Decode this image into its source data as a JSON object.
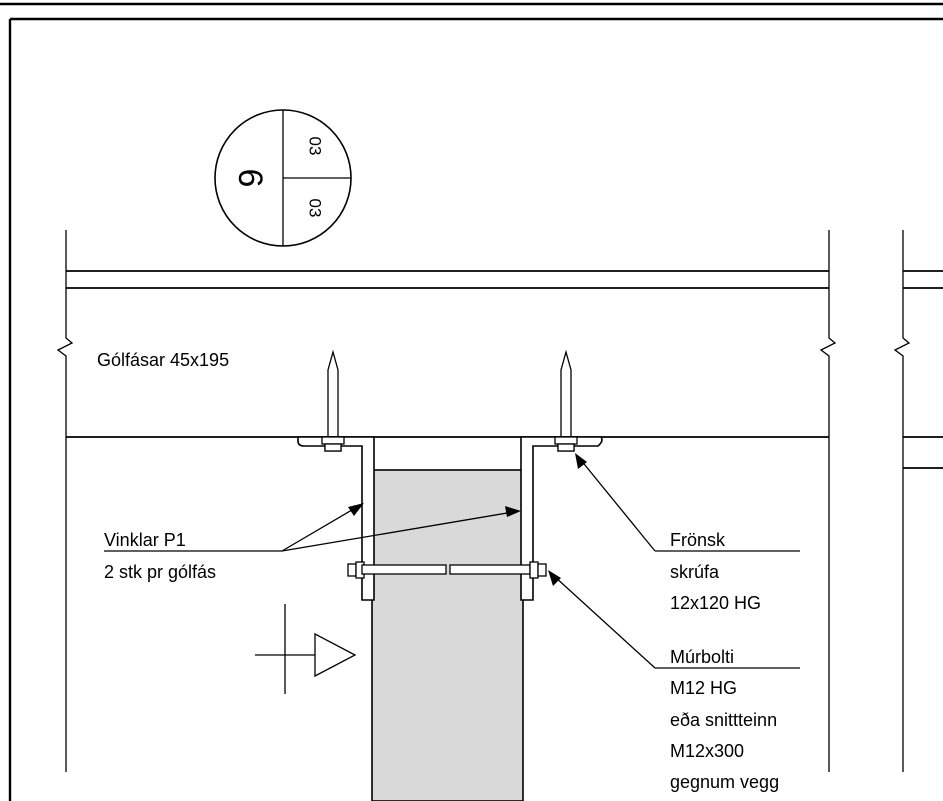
{
  "section_marker": {
    "number": "6",
    "sheet_top": "03",
    "sheet_bottom": "03"
  },
  "labels": {
    "joist": "Gólfásar 45x195",
    "angle_bracket": [
      "Vinklar P1",
      "2 stk pr gólfás"
    ],
    "screw": [
      "Frönsk",
      "skrúfa",
      "12x120 HG"
    ],
    "bolt": [
      "Múrbolti",
      "M12 HG",
      "eða snittteinn",
      "M12x300",
      "gegnum vegg"
    ]
  },
  "colors": {
    "line": "#000000",
    "wall_fill": "#d9d9d9",
    "background": "#ffffff"
  }
}
